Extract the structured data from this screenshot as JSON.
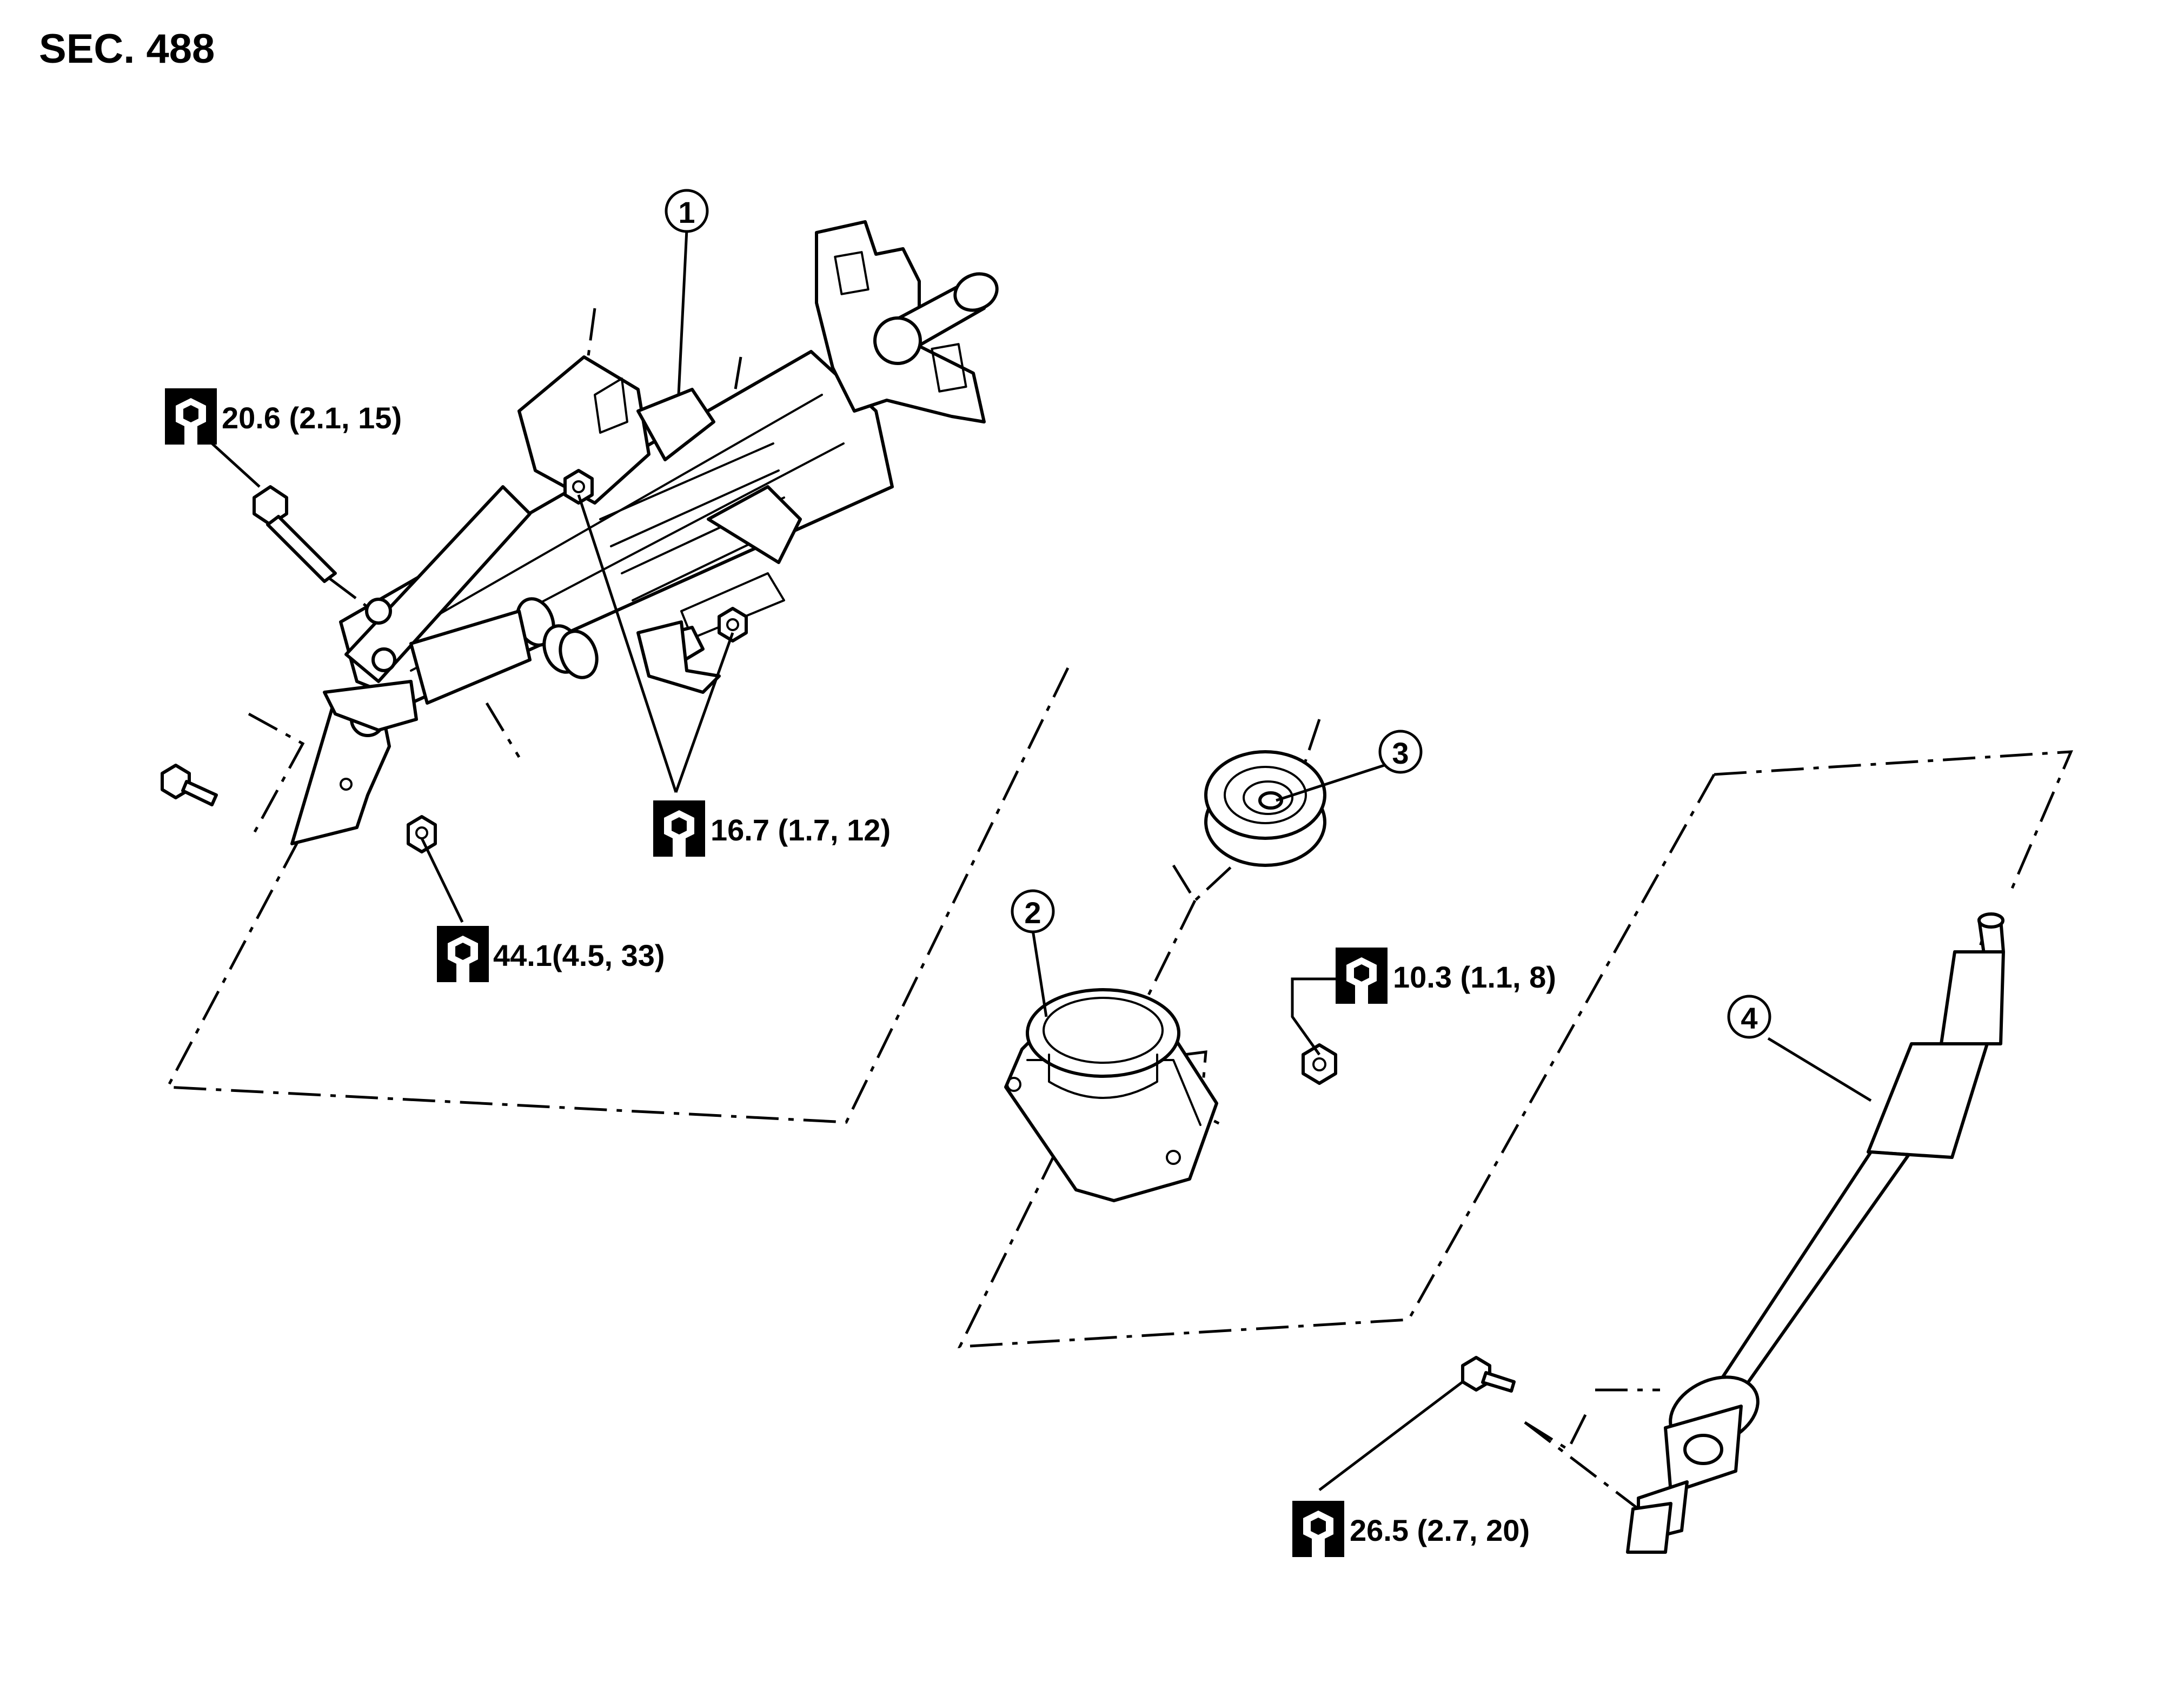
{
  "section": {
    "label": "SEC. 488"
  },
  "parts": [
    {
      "number": "1"
    },
    {
      "number": "2"
    },
    {
      "number": "3"
    },
    {
      "number": "4"
    }
  ],
  "torques": [
    {
      "value": "20.6 (2.1, 15)"
    },
    {
      "value": "16.7 (1.7, 12)"
    },
    {
      "value": "44.1(4.5, 33)"
    },
    {
      "value": "10.3 (1.1, 8)"
    },
    {
      "value": "26.5 (2.7, 20)"
    }
  ],
  "icons": {
    "torque": "torque-wrench-icon"
  },
  "colors": {
    "ink": "#000000",
    "paper": "#ffffff"
  }
}
